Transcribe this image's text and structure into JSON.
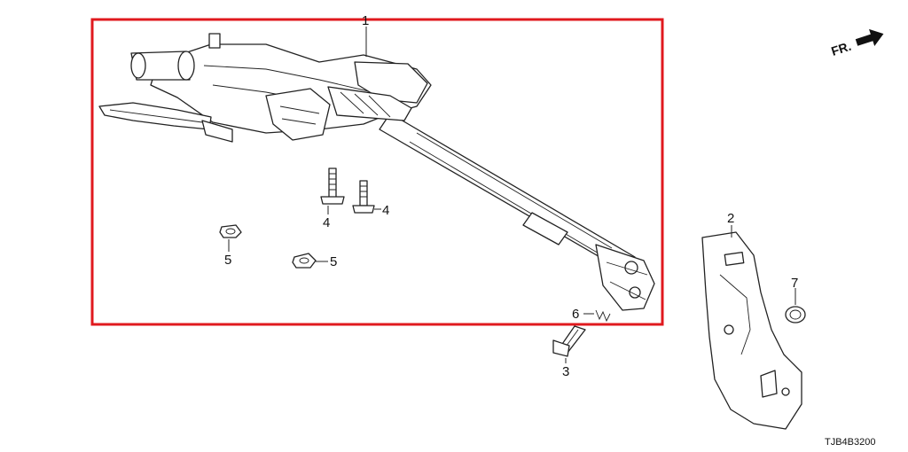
{
  "frame": {
    "color": "#e0191e"
  },
  "callouts": {
    "c1": "1",
    "c2": "2",
    "c3": "3",
    "c4a": "4",
    "c4b": "4",
    "c5a": "5",
    "c5b": "5",
    "c6": "6",
    "c7": "7"
  },
  "direction": {
    "label": "FR.",
    "icon": "front-direction-arrow-icon"
  },
  "diagram_code": "TJB4B3200"
}
